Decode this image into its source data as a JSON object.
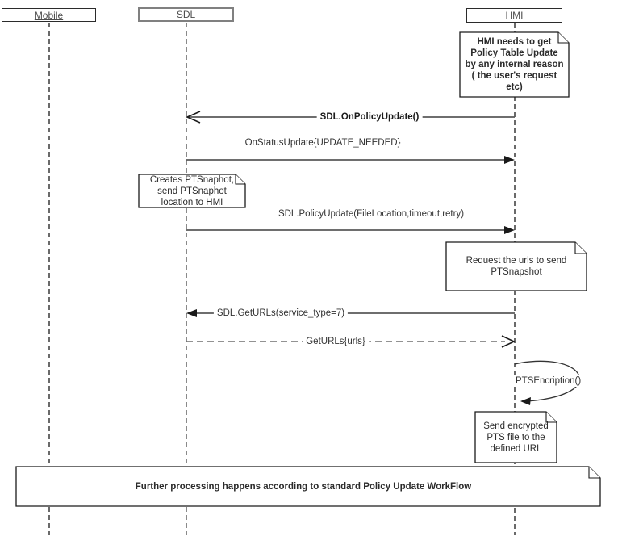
{
  "diagram": {
    "type": "uml-sequence-diagram",
    "participants": [
      {
        "label": "Mobile",
        "underlined": true
      },
      {
        "label": "SDL",
        "underlined": true
      },
      {
        "label": "HMI",
        "underlined": false
      }
    ],
    "messages": [
      {
        "label": "SDL.OnPolicyUpdate()",
        "from": "HMI",
        "to": "SDL",
        "line": "solid",
        "arrow": "open",
        "emphasis": "bold"
      },
      {
        "label": "OnStatusUpdate{UPDATE_NEEDED}",
        "from": "SDL",
        "to": "HMI",
        "line": "solid",
        "arrow": "filled"
      },
      {
        "label": "SDL.PolicyUpdate(FileLocation,timeout,retry)",
        "from": "SDL",
        "to": "HMI",
        "line": "solid",
        "arrow": "filled"
      },
      {
        "label": "SDL.GetURLs(service_type=7)",
        "from": "HMI",
        "to": "SDL",
        "line": "solid",
        "arrow": "filled"
      },
      {
        "label": "GetURLs{urls}",
        "from": "SDL",
        "to": "HMI",
        "line": "dashed",
        "arrow": "open"
      },
      {
        "label": "PTSEncription()",
        "from": "HMI",
        "to": "HMI",
        "line": "solid",
        "arrow": "filled",
        "kind": "self-message"
      }
    ],
    "notes": [
      {
        "text": "HMI needs to get Policy Table Update by any internal reason ( the user's request etc)",
        "attached_to": "HMI",
        "emphasis": "bold"
      },
      {
        "text": "Creates PTSnaphot, send PTSnaphot location  to HMI",
        "attached_to": "SDL",
        "emphasis": "normal"
      },
      {
        "text": "Request the urls to send PTSnapshot",
        "attached_to": "HMI",
        "emphasis": "normal"
      },
      {
        "text": "Send encrypted PTS file to the defined URL",
        "attached_to": "HMI",
        "emphasis": "normal"
      },
      {
        "text": "Further processing happens according to standard Policy Update WorkFlow",
        "attached_to": "all",
        "emphasis": "bold"
      }
    ],
    "colors": {
      "background": "#ffffff",
      "message_line": "#5a5a5a",
      "arrowhead": "#1a1a1a",
      "lifeline_dark": "#1a1a1a",
      "lifeline_gray": "#8a8a8a",
      "participant_border_dark": "#2b2b2b",
      "participant_border_gray": "#808080",
      "participant_text": "#4d4d4d",
      "label_text": "#333333",
      "note_border": "#1a1a1a",
      "note_fill": "#ffffff"
    }
  }
}
